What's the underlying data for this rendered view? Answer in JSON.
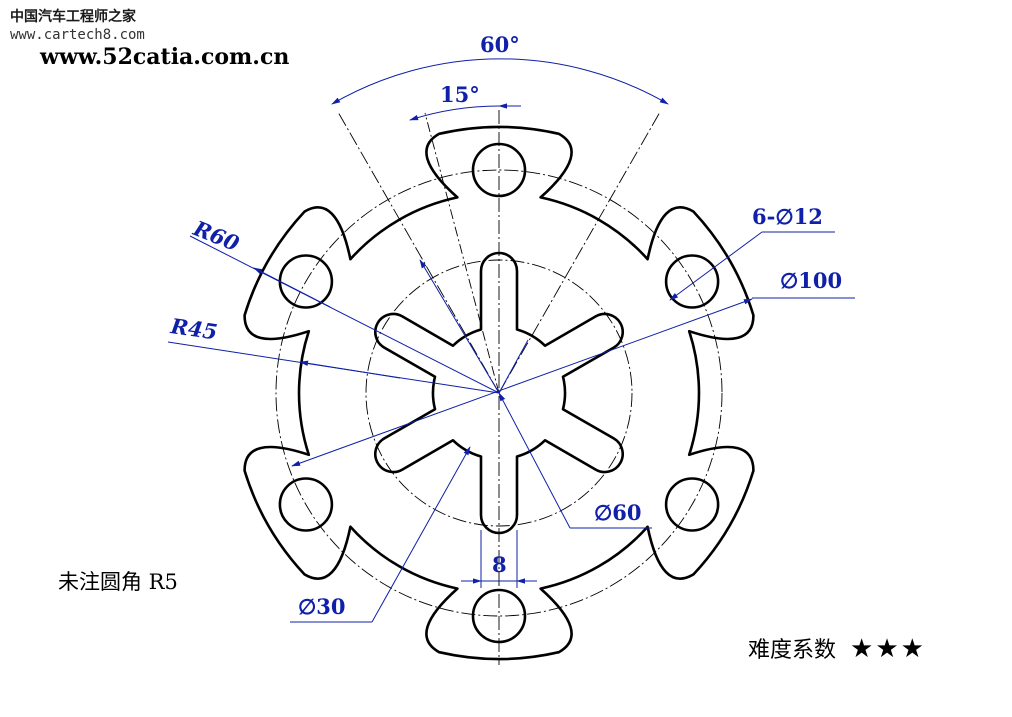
{
  "watermarks": {
    "site_cn": "中国汽车工程师之家",
    "site_url": "www.cartech8.com",
    "site_url2": "www.52catia.com.cn"
  },
  "dimensions": {
    "angle_large": "60°",
    "angle_small": "15°",
    "hole_pattern": "6-∅12",
    "dia_outer_circle": "∅100",
    "radius_outer": "R60",
    "radius_inner": "R45",
    "dia_inner_circle": "∅60",
    "slot_width": "8",
    "dia_center": "∅30"
  },
  "notes": {
    "fillet_note": "未注圆角 R5",
    "difficulty_label": "难度系数",
    "difficulty_stars": "★★★"
  },
  "colors": {
    "outline": "#000000",
    "dimension": "#1020a8"
  }
}
